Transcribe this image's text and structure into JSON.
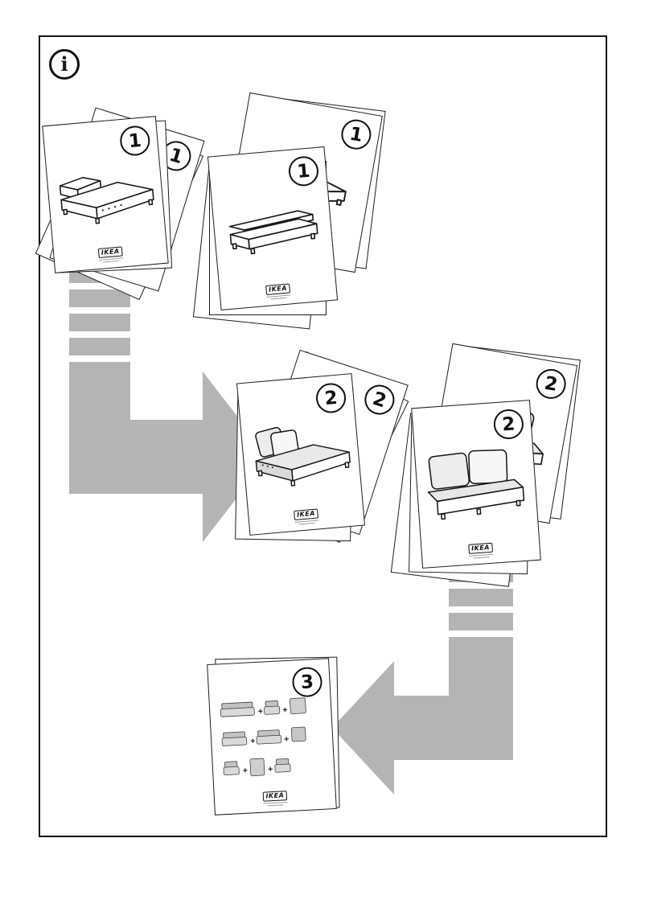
{
  "info": {
    "symbol": "i"
  },
  "brand": "IKEA",
  "steps": {
    "one": "1",
    "two": "2",
    "three": "3"
  },
  "plus": "+",
  "colors": {
    "arrow": "#b4b4b4",
    "ink": "#161616",
    "paper": "#ffffff"
  }
}
